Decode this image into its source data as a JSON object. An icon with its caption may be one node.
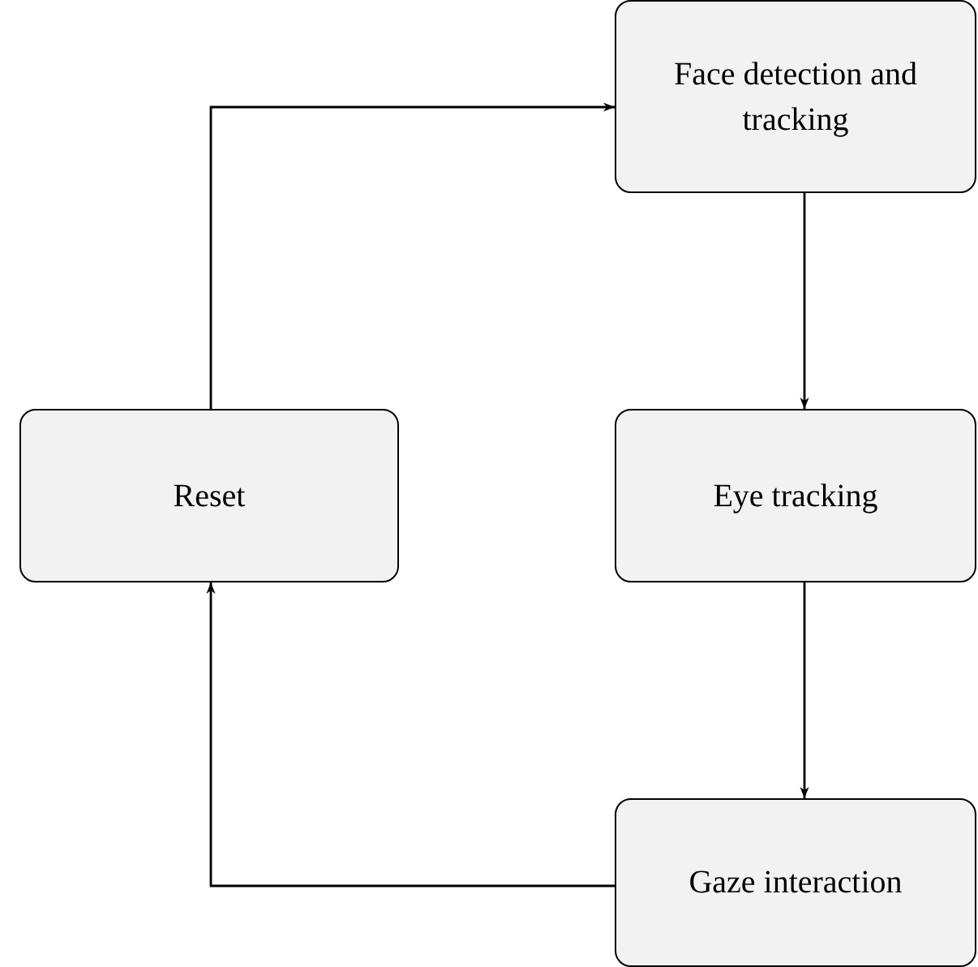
{
  "diagram": {
    "nodes": [
      {
        "text": [
          "Face detection and tracking"
        ]
      },
      {
        "text": [
          "Reset"
        ]
      },
      {
        "text": [
          "Eye tracking"
        ]
      },
      {
        "text": [
          "Gaze interaction"
        ]
      }
    ],
    "edges": [
      {
        "from": 1,
        "to": 0,
        "arrow": "to"
      },
      {
        "from": 0,
        "to": 2,
        "arrow": "to"
      },
      {
        "from": 2,
        "to": 3,
        "arrow": "to"
      },
      {
        "from": 3,
        "to": 1,
        "arrow": "to"
      }
    ]
  }
}
